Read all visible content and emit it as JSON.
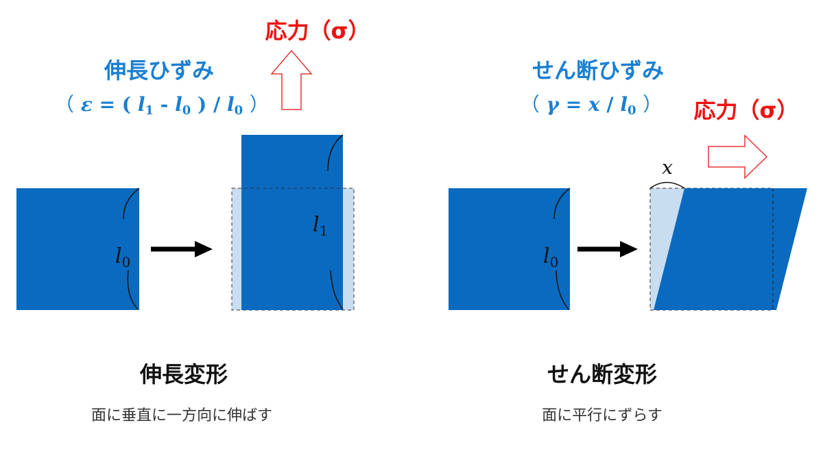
{
  "left": {
    "title": "伸長ひずみ",
    "formula": {
      "open": "（",
      "epsilon": "ε",
      "eq": " = (",
      "l1_base": "l",
      "l1_sub": "1",
      "minus": " - ",
      "l0_base": "l",
      "l0_sub": "0",
      "div": ") /  ",
      "l0b_base": "l",
      "l0b_sub": "0",
      "close": "）"
    },
    "stress": "応力（σ）",
    "label_before": {
      "base": "l",
      "sub": "0"
    },
    "label_after": {
      "base": "l",
      "sub": "1"
    },
    "caption_title": "伸長変形",
    "caption_desc": "面に垂直に一方向に伸ばす"
  },
  "right": {
    "title": "せん断ひずみ",
    "formula": {
      "open": "（",
      "gamma": "γ",
      "eq": " = ",
      "x": "x",
      "div": " / ",
      "l0_base": "l",
      "l0_sub": "0",
      "close": "）"
    },
    "stress": "応力（σ）",
    "label_before": {
      "base": "l",
      "sub": "0"
    },
    "label_x": "x",
    "caption_title": "せん断変形",
    "caption_desc": "面に平行にずらす"
  },
  "colors": {
    "block": "#0a6ac0",
    "ghost": "#c9ddf0",
    "title_blue": "#1a7fd1",
    "stress_red": "#ee1111",
    "arrow": "#000000"
  },
  "icons": {
    "process_arrow": "right-arrow-icon",
    "stress_up": "hollow-up-arrow-icon",
    "stress_right": "hollow-right-arrow-icon"
  }
}
